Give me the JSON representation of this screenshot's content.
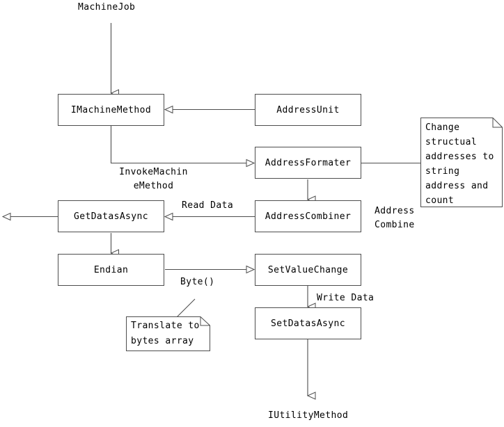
{
  "diagram": {
    "title": "MachineJob flow diagram",
    "stroke_color": "#4d4d4d",
    "text_color": "#000000",
    "background": "#ffffff",
    "terminals": [
      {
        "id": "machine-job",
        "label": "MachineJob"
      },
      {
        "id": "iutility-method",
        "label": "IUtilityMethod"
      }
    ],
    "nodes": [
      {
        "id": "imachinemethod",
        "label": "IMachineMethod"
      },
      {
        "id": "addressunit",
        "label": "AddressUnit"
      },
      {
        "id": "addressformater",
        "label": "AddressFormater"
      },
      {
        "id": "getdatasasync",
        "label": "GetDatasAsync"
      },
      {
        "id": "addresscombiner",
        "label": "AddressCombiner"
      },
      {
        "id": "endian",
        "label": "Endian"
      },
      {
        "id": "setvaluechange",
        "label": "SetValueChange"
      },
      {
        "id": "setdatasasync",
        "label": "SetDatasAsync"
      }
    ],
    "notes": [
      {
        "id": "note-address-format",
        "text": "Change\nstructual\naddresses to\nstring\naddress and\ncount"
      },
      {
        "id": "note-translate-bytes",
        "text": "Translate to\nbytes array"
      }
    ],
    "edge_labels": [
      {
        "id": "invoke-machine-method",
        "text": "InvokeMachin\neMethod"
      },
      {
        "id": "read-data",
        "text": "Read Data"
      },
      {
        "id": "address-combine",
        "text": "Address\nCombine"
      },
      {
        "id": "byte-array",
        "text": "Byte()"
      },
      {
        "id": "write-data",
        "text": "Write Data"
      }
    ]
  }
}
